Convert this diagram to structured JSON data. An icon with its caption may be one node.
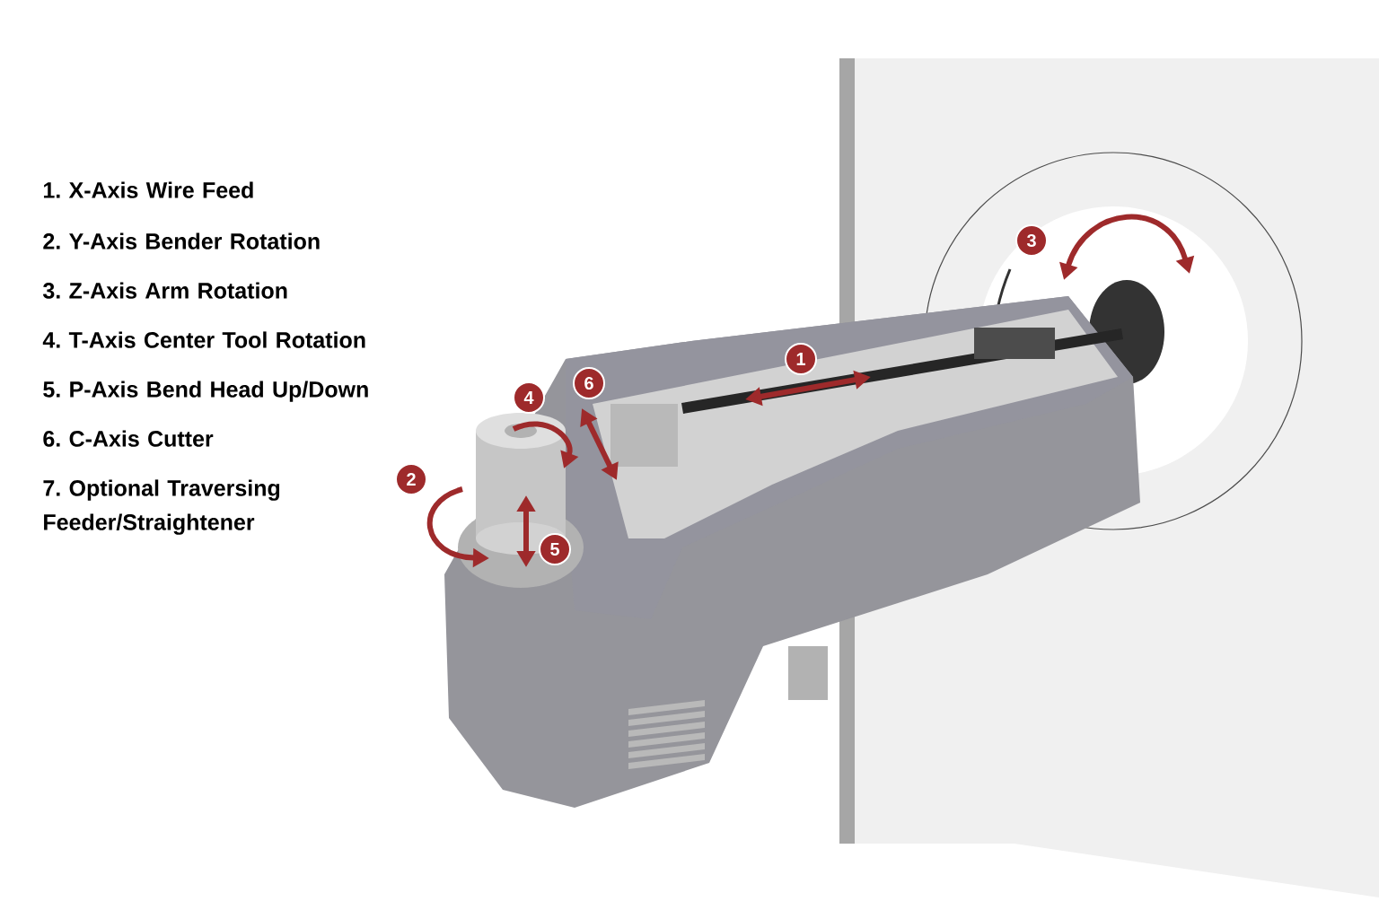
{
  "diagram": {
    "labels": [
      "1. X-Axis Wire Feed",
      "2. Y-Axis Bender Rotation",
      "3. Z-Axis Arm Rotation",
      "4. T-Axis Center Tool Rotation",
      "5. P-Axis Bend Head Up/Down",
      "6. C-Axis Cutter",
      "7. Optional Traversing Feeder/Straightener",
      "3",
      "1",
      "6",
      "4",
      "2",
      "5"
    ]
  }
}
